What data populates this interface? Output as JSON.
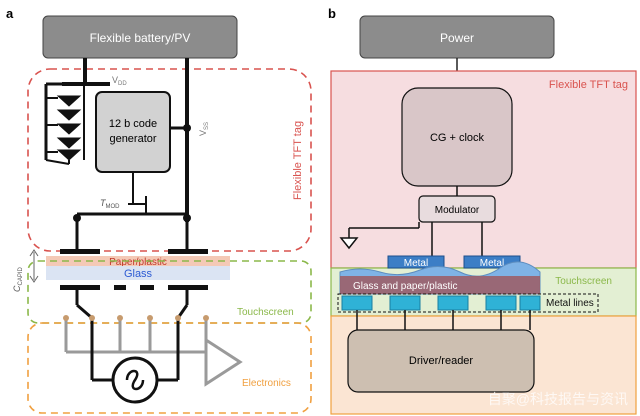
{
  "panel_a": {
    "label": "a",
    "battery": "Flexible battery/PV",
    "code_gen_line1": "12 b code",
    "code_gen_line2": "generator",
    "vdd": "V",
    "vdd_sub": "DD",
    "vss": "V",
    "vss_sub": "SS",
    "tmod": "T",
    "tmod_sub": "MOD",
    "tft_tag": "Flexible TFT tag",
    "paper_plastic": "Paper/plastic",
    "glass": "Glass",
    "ccapid": "C",
    "ccapid_sub": "CAPID",
    "touchscreen": "Touchscreen",
    "electronics": "Electronics"
  },
  "panel_b": {
    "label": "b",
    "power": "Power",
    "tft_tag": "Flexible TFT tag",
    "cg_clock": "CG + clock",
    "modulator": "Modulator",
    "metal_left": "Metal",
    "metal_right": "Metal",
    "touchscreen": "Touchscreen",
    "glass_paper": "Glass and paper/plastic",
    "metal_lines": "Metal lines",
    "driver": "Driver/reader",
    "watermark": "自聚@科技报告与资讯"
  },
  "colors": {
    "box_gray": "#8c8c8c",
    "tft_red": "#d9534f",
    "touch_green": "#8bb84a",
    "electronics_orange": "#f0a040",
    "tft_fill": "#f6dde0",
    "touch_fill": "#e3efd3",
    "orange_fill": "#fbe5d3",
    "metal_blue": "#3c7ec6"
  }
}
